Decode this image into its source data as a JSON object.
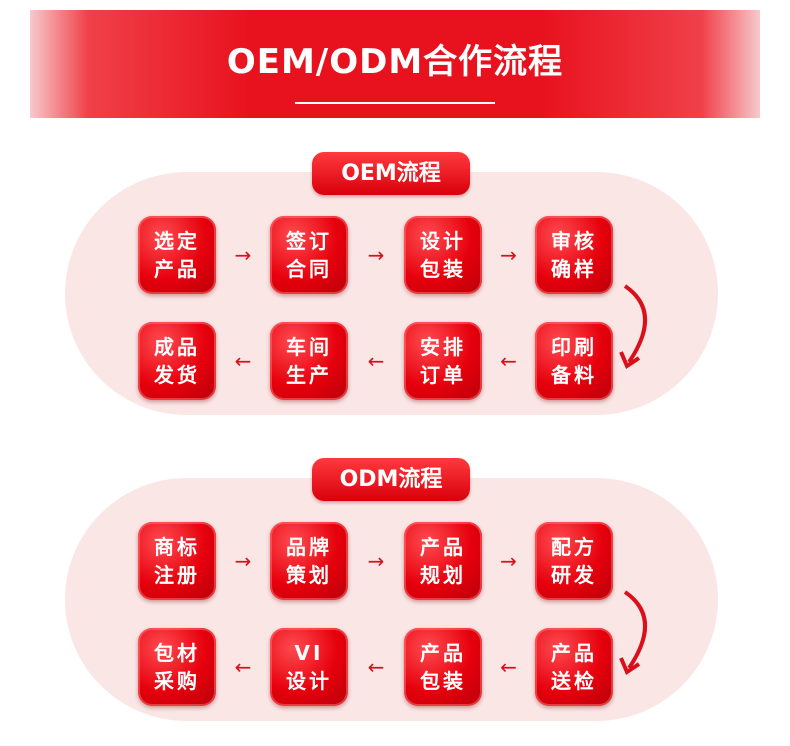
{
  "header": {
    "title": "OEM/ODM合作流程"
  },
  "oem": {
    "badge": "OEM流程",
    "steps": [
      "选定\n产品",
      "签订\n合同",
      "设计\n包装",
      "审核\n确样",
      "印刷\n备料",
      "安排\n订单",
      "车间\n生产",
      "成品\n发货"
    ]
  },
  "odm": {
    "badge": "ODM流程",
    "steps": [
      "商标\n注册",
      "品牌\n策划",
      "产品\n规划",
      "配方\n研发",
      "产品\n送检",
      "产品\n包装",
      "VI\n设计",
      "包材\n采购"
    ]
  },
  "arrows": {
    "right": "→",
    "left": "←"
  }
}
